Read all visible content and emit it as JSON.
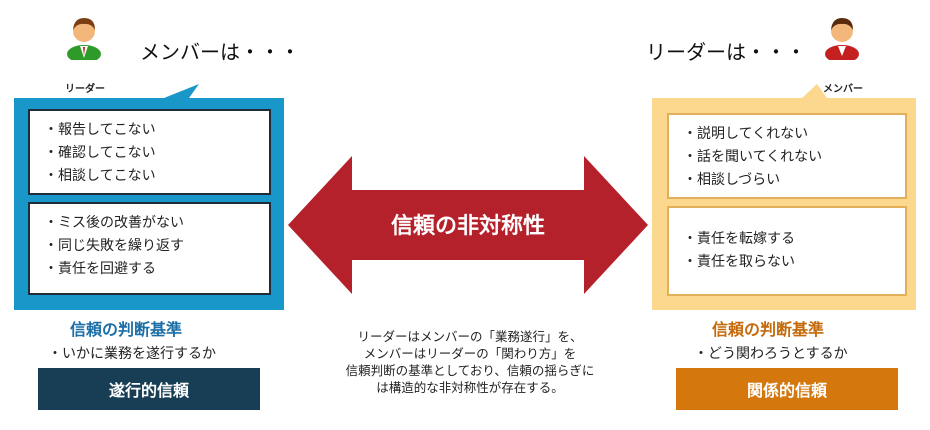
{
  "left": {
    "avatar_label": "リーダー",
    "heading": "メンバーは・・・",
    "card1_items": [
      "報告してこない",
      "確認してこない",
      "相談してこない"
    ],
    "card2_items": [
      "ミス後の改善がない",
      "同じ失敗を繰り返す",
      "責任を回避する"
    ],
    "criteria_title": "信頼の判断基準",
    "criteria_text": "いかに業務を遂行するか",
    "trust_type": "遂行的信頼"
  },
  "right": {
    "avatar_label": "メンバー",
    "heading": "リーダーは・・・",
    "card1_items": [
      "説明してくれない",
      "話を聞いてくれない",
      "相談しづらい"
    ],
    "card2_items": [
      "責任を転嫁する",
      "責任を取らない"
    ],
    "criteria_title": "信頼の判断基準",
    "criteria_text": "どう関わろうとするか",
    "trust_type": "関係的信頼"
  },
  "center": {
    "arrow_label": "信頼の非対称性",
    "note_lines": [
      "リーダーはメンバーの「業務遂行」を、",
      "メンバーはリーダーの「関わり方」を",
      "信頼判断の基準としており、信頼の揺らぎに",
      "は構造的な非対称性が存在する。"
    ]
  },
  "colors": {
    "left_panel": "#1a97c9",
    "right_panel": "#fcd88f",
    "arrow": "#b5212a",
    "left_trust_box": "#173e55",
    "right_trust_box": "#d4770c",
    "left_criteria_title": "#1c6fa6",
    "right_criteria_title": "#c46a0a"
  }
}
